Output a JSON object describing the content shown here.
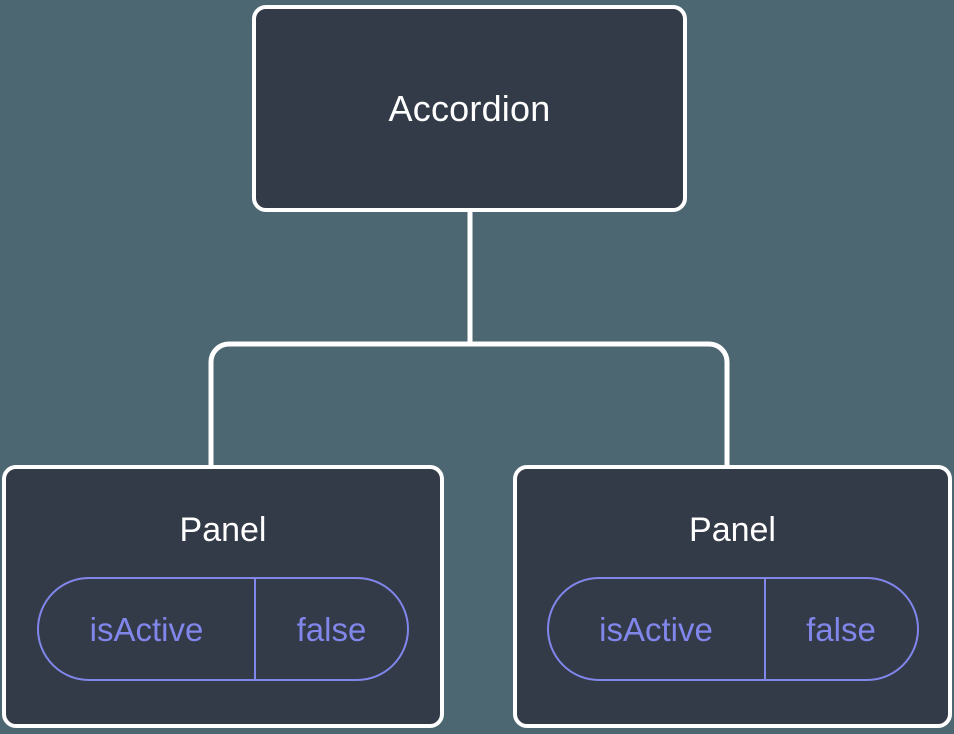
{
  "diagram": {
    "type": "component-tree",
    "colors": {
      "canvas_background": "#4c6672",
      "node_fill": "#333a48",
      "node_border": "#ffffff",
      "node_text": "#ffffff",
      "connector": "#ffffff",
      "badge_accent": "#8186ea"
    },
    "root": {
      "label": "Accordion"
    },
    "children": [
      {
        "label": "Panel",
        "state": {
          "key": "isActive",
          "value": "false"
        }
      },
      {
        "label": "Panel",
        "state": {
          "key": "isActive",
          "value": "false"
        }
      }
    ]
  }
}
